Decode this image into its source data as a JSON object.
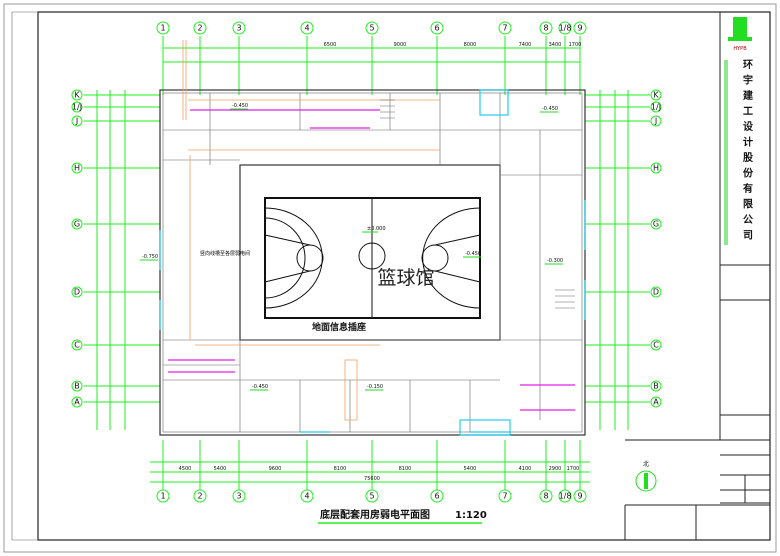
{
  "drawing": {
    "title": "底层配套用房弱电平面图",
    "scale": "1:120",
    "north_label": "北"
  },
  "company": {
    "name_chars": [
      "环",
      "宇",
      "建",
      "工",
      "设",
      "计",
      "股",
      "份",
      "有",
      "限",
      "公",
      "司"
    ],
    "logo_caption": "HYPB"
  },
  "rooms": {
    "court": "篮球馆",
    "floor_socket": "地面信息插座",
    "court_elev": "±0.000",
    "side_note": "竖向线槽至各层弱电间"
  },
  "axes": {
    "columns": [
      "1",
      "2",
      "3",
      "4",
      "5",
      "6",
      "7",
      "8",
      "1/8",
      "9"
    ],
    "rows": [
      "K",
      "1/J",
      "J",
      "H",
      "G",
      "D",
      "C",
      "B",
      "A"
    ]
  },
  "dimensions": {
    "top": [
      "6500",
      "9000",
      "8000",
      "7400",
      "3400",
      "1700"
    ],
    "bottom_total": "75600",
    "bottom": [
      "4500",
      "5400",
      "9600",
      "8100",
      "8100",
      "5400",
      "4100",
      "2900",
      "1700"
    ]
  },
  "elevations": [
    "-0.450",
    "-0.750",
    "-0.450",
    "-0.450",
    "-0.150",
    "-0.450",
    "-0.300"
  ]
}
